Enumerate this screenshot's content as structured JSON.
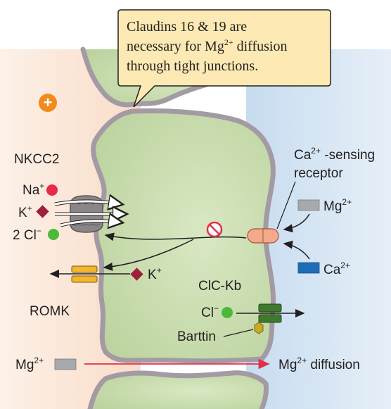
{
  "callout": {
    "line1": "Claudins 16 & 19 are",
    "line2_pre": "necessary for Mg",
    "line2_sup": "2+",
    "line2_post": " diffusion",
    "line3": "through tight junctions."
  },
  "lumen_sign": "+",
  "nkcc2": {
    "title": "NKCC2",
    "na": "Na",
    "na_sup": "+",
    "k": "K",
    "k_sup": "+",
    "cl": "2 Cl",
    "cl_sup": "−"
  },
  "romk": {
    "title": "ROMK",
    "k": "K",
    "k_sup": "+"
  },
  "casr": {
    "line1": "Ca",
    "line1_sup": "2+",
    "line1_post": " -sensing",
    "line2": "receptor"
  },
  "basolateral": {
    "mg": "Mg",
    "mg_sup": "2+",
    "ca": "Ca",
    "ca_sup": "2+"
  },
  "clckb": {
    "title": "ClC-Kb",
    "cl": "Cl",
    "cl_sup": "−",
    "barttin": "Barttin"
  },
  "paracellular": {
    "mg": "Mg",
    "mg_sup": "2+",
    "diffusion_pre": "Mg",
    "diffusion_sup": "2+",
    "diffusion_post": " diffusion"
  },
  "colors": {
    "lumen": "#fbe6d8",
    "cell": "#cfe0b6",
    "interstitium": "#d4e4f3",
    "membrane": "#a39aa3",
    "na": "#e8294a",
    "k": "#a01f3a",
    "cl": "#4cb93a",
    "romk": "#f4b62c",
    "casr": "#f6a98a",
    "mg_block": "#a7a9ac",
    "ca_block": "#1f6db5",
    "clckb": "#3f7a2c",
    "barttin": "#c8a92a",
    "mg_arrow": "#e0304a",
    "plus": "#f08a1c",
    "callout_bg": "#fde9b3"
  }
}
